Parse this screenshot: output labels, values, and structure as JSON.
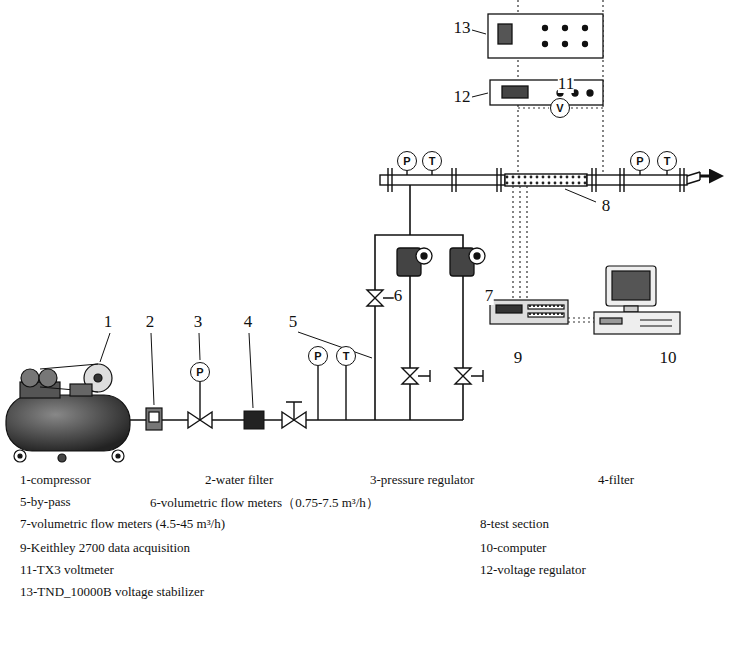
{
  "diagram": {
    "nodes": [
      {
        "text": [
          "V"
        ]
      },
      {
        "text": [
          "P"
        ]
      },
      {
        "text": [
          "T"
        ]
      },
      {
        "text": [
          "P"
        ]
      },
      {
        "text": [
          "T"
        ]
      },
      {
        "text": [
          "P"
        ]
      },
      {
        "text": [
          "P"
        ]
      },
      {
        "text": [
          "T"
        ]
      }
    ],
    "labels": [
      "1",
      "2",
      "3",
      "4",
      "5",
      "6",
      "7",
      "8",
      "9",
      "10",
      "11",
      "12",
      "13",
      "1-compressor",
      "2-water filter",
      "3-pressure regulator",
      "4-filter",
      "5-by-pass",
      "6-volumetric flow meters（0.75-7.5 m³/h）",
      "7-volumetric flow meters (4.5-45 m³/h)",
      "8-test section",
      "9-Keithley 2700 data acquisition",
      "10-computer",
      "11-TX3 voltmeter",
      "12-voltage regulator",
      "13-TND_10000B voltage stabilizer"
    ]
  }
}
